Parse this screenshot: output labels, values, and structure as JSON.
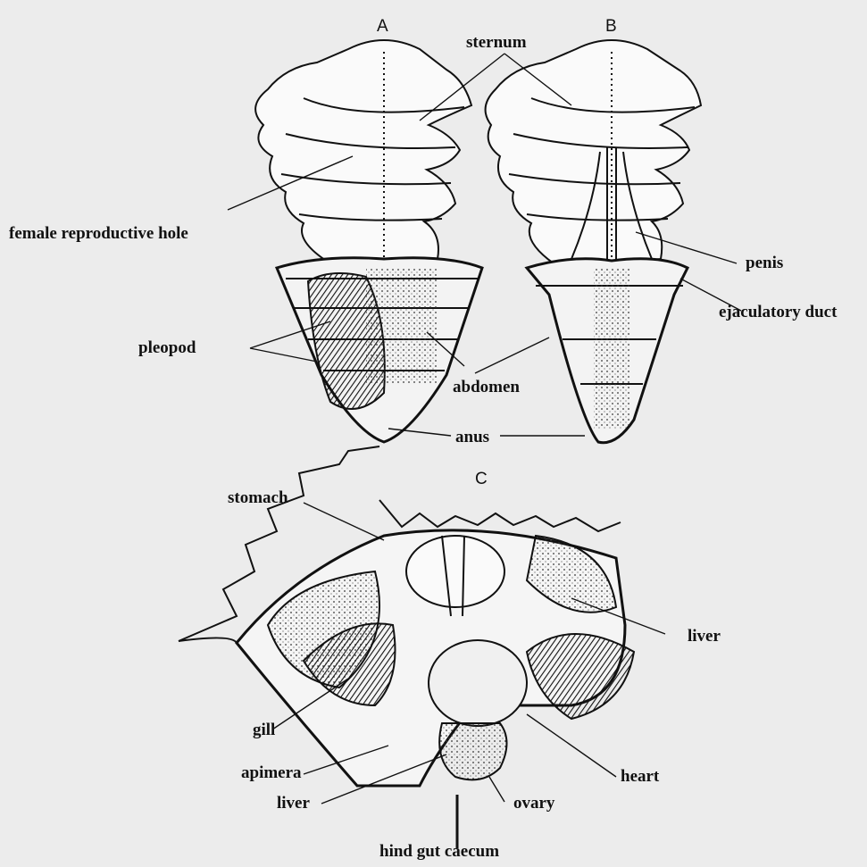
{
  "panels": {
    "a": "A",
    "b": "B",
    "c": "C"
  },
  "labels": {
    "sternum": "sternum",
    "female_reproductive_hole": "female reproductive hole",
    "pleopod": "pleopod",
    "abdomen": "abdomen",
    "anus": "anus",
    "penis": "penis",
    "ejaculatory_duct": "ejaculatory duct",
    "stomach": "stomach",
    "liver_right": "liver",
    "gill": "gill",
    "apimera": "apimera",
    "liver_bottom": "liver",
    "heart": "heart",
    "ovary": "ovary",
    "hind_gut_caecum": "hind gut caecum"
  }
}
